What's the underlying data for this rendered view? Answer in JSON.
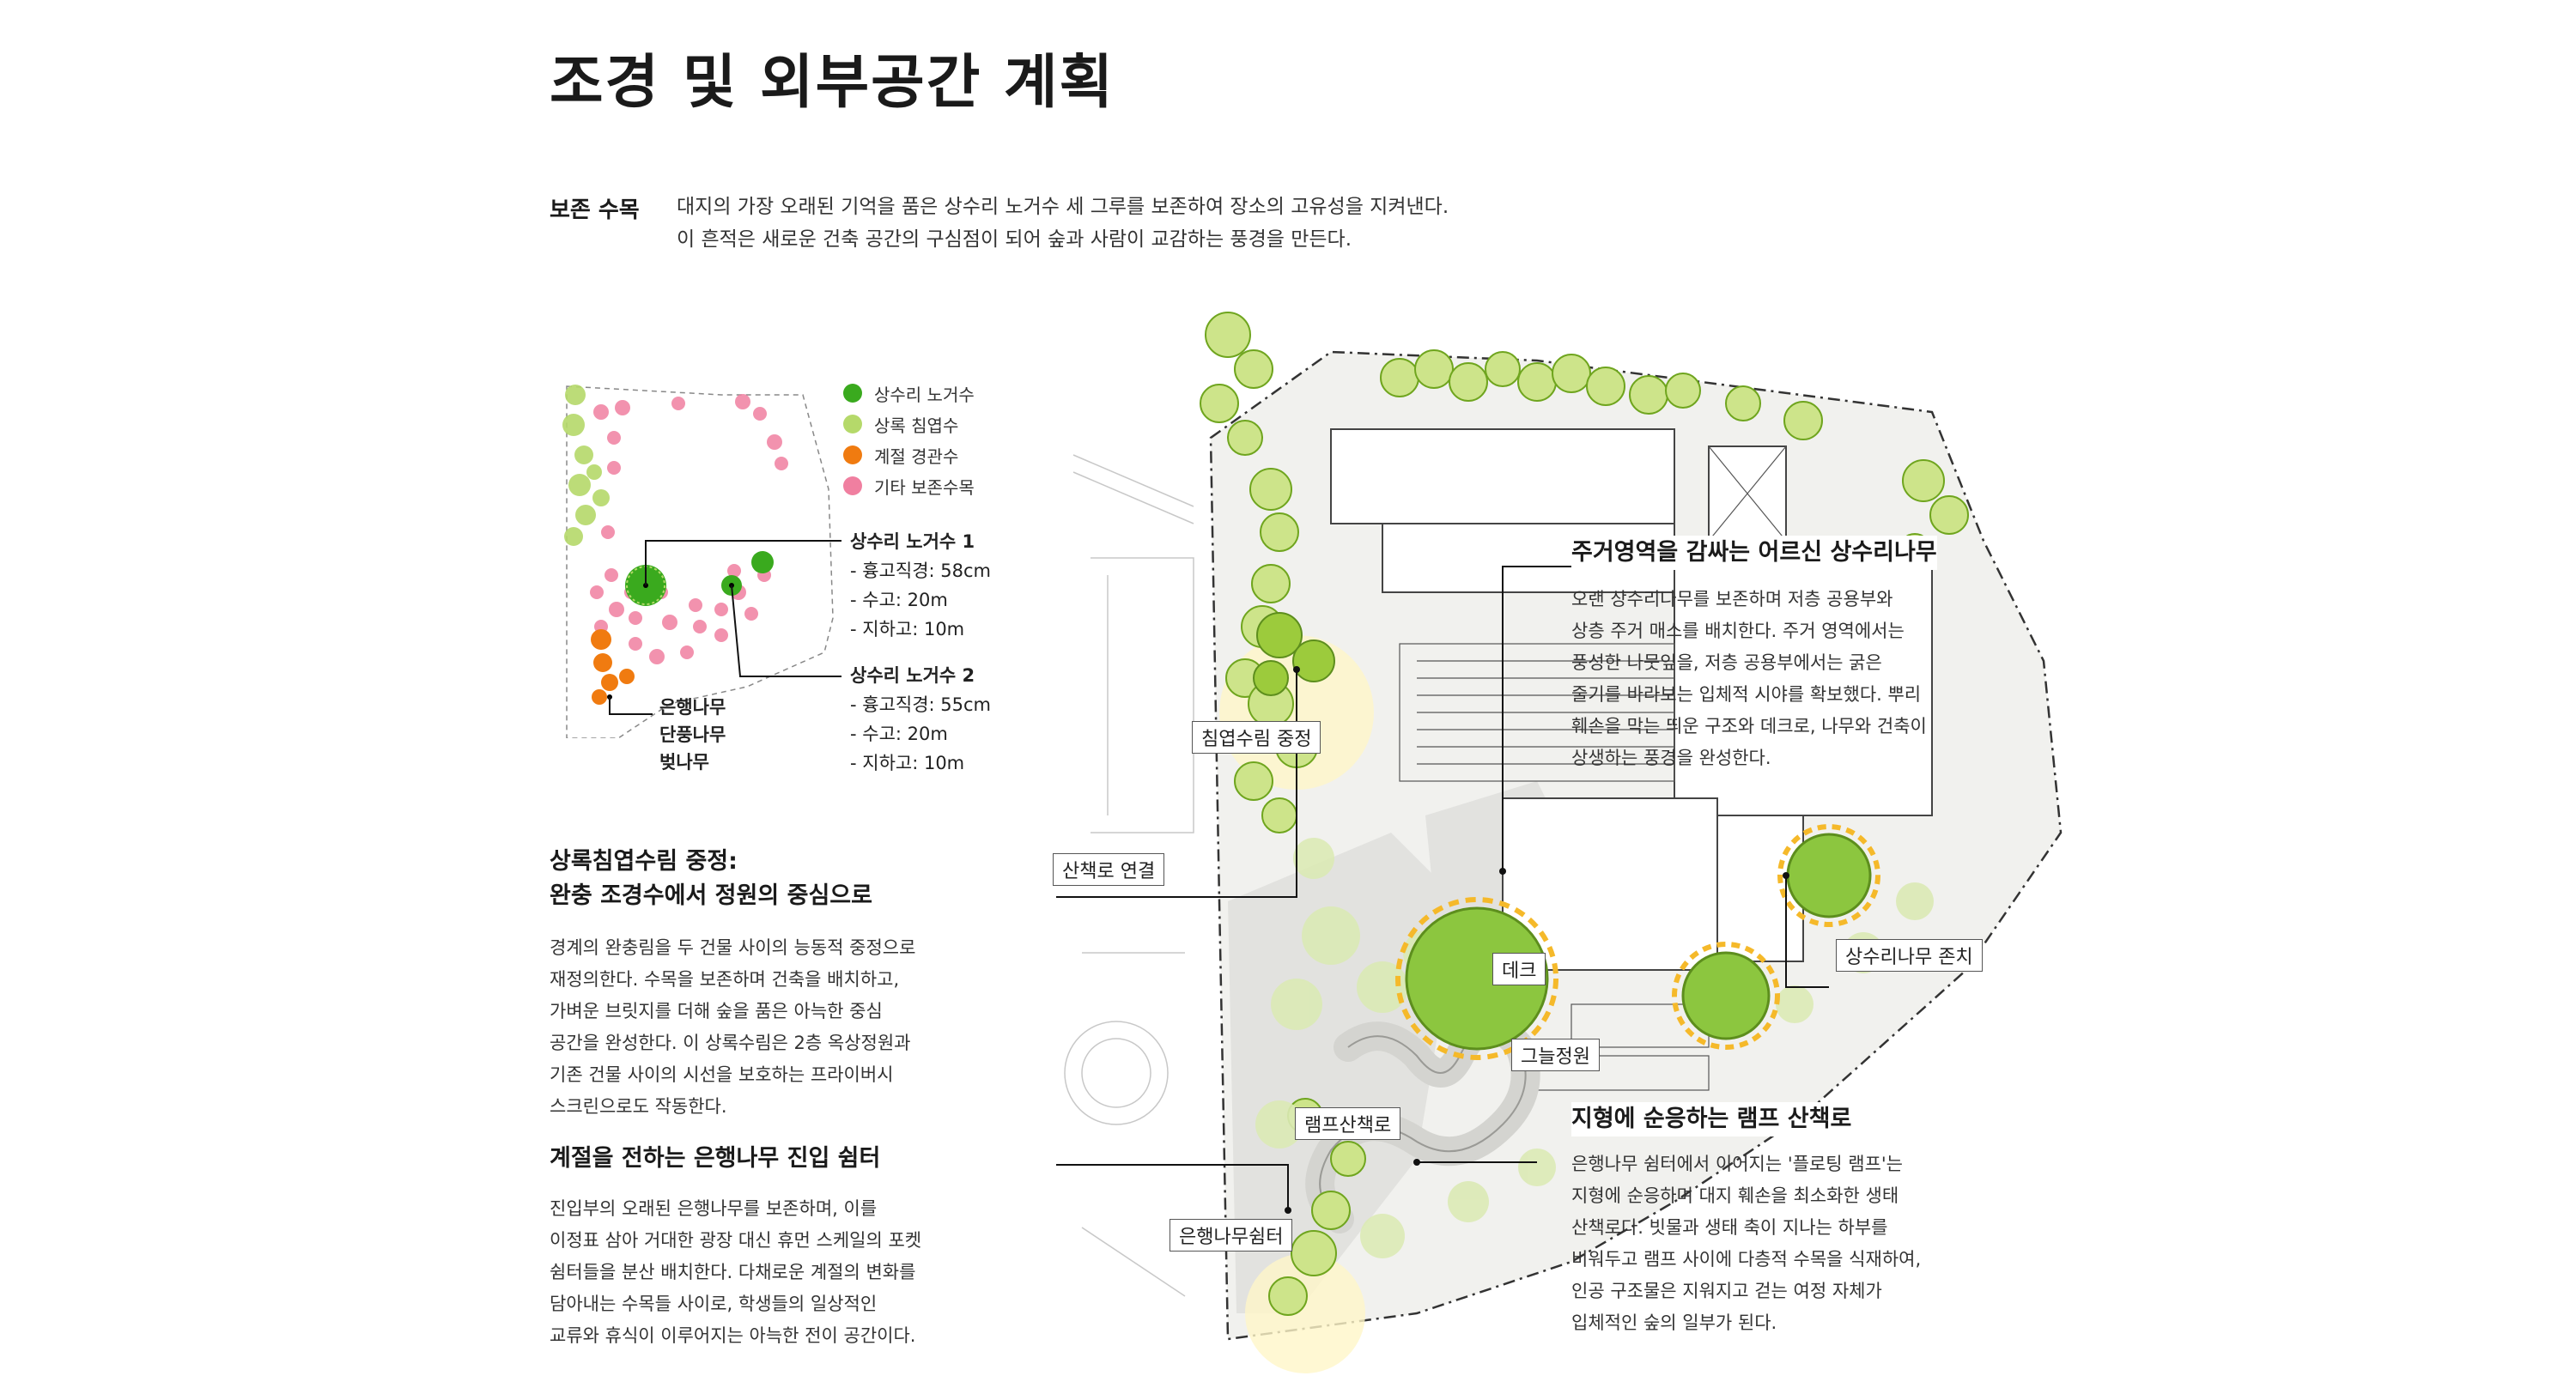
{
  "title": "조경 및 외부공간 계획",
  "intro": {
    "label": "보존 수목",
    "lines": [
      "대지의 가장 오래된 기억을 품은 상수리 노거수 세 그루를 보존하여 장소의 고유성을 지켜낸다.",
      "이 흔적은 새로운 건축 공간의 구심점이 되어 숲과 사람이 교감하는 풍경을 만든다."
    ]
  },
  "legend": [
    {
      "label": "상수리 노거수",
      "color": "#3aaa1e"
    },
    {
      "label": "상록 침엽수",
      "color": "#b5d96a"
    },
    {
      "label": "계절 경관수",
      "color": "#f07b10"
    },
    {
      "label": "기타 보존수목",
      "color": "#f07fa0"
    }
  ],
  "trees": [
    {
      "name": "상수리 노거수 1",
      "details": [
        "- 흉고직경: 58cm",
        "- 수고: 20m",
        "- 지하고: 10m"
      ]
    },
    {
      "name": "상수리 노거수 2",
      "details": [
        "- 흉고직경: 55cm",
        "- 수고: 20m",
        "- 지하고: 10m"
      ]
    }
  ],
  "species": [
    "은행나무",
    "단풍나무",
    "벚나무"
  ],
  "sections": {
    "courtyard": {
      "heading": [
        "상록침엽수림 중정:",
        "완충 조경수에서 정원의 중심으로"
      ],
      "lines": [
        "경계의 완충림을 두 건물 사이의 능동적 중정으로",
        "재정의한다. 수목을 보존하며 건축을 배치하고,",
        "가벼운 브릿지를 더해 숲을 품은 아늑한 중심",
        "공간을 완성한다. 이 상록수림은 2층 옥상정원과",
        "기존 건물 사이의 시선을 보호하는 프라이버시",
        "스크린으로도 작동한다."
      ]
    },
    "ginkgo": {
      "heading": [
        "계절을 전하는 은행나무 진입 쉼터"
      ],
      "lines": [
        "진입부의 오래된 은행나무를 보존하며, 이를",
        "이정표 삼아 거대한 광장 대신 휴먼 스케일의 포켓",
        "쉼터들을 분산 배치한다. 다채로운 계절의 변화를",
        "담아내는 수목들 사이로, 학생들의 일상적인",
        "교류와 휴식이 이루어지는 아늑한 전이 공간이다."
      ]
    },
    "oak": {
      "heading": [
        "주거영역을 감싸는 어르신 상수리나무"
      ],
      "lines": [
        "오랜 상수리나무를 보존하며 저층 공용부와",
        "상층 주거 매스를 배치한다. 주거 영역에서는",
        "풍성한 나뭇잎을, 저층 공용부에서는 굵은",
        "줄기를 바라보는 입체적 시야를 확보했다. 뿌리",
        "훼손을 막는 띄운 구조와 데크로, 나무와 건축이",
        "상생하는 풍경을 완성한다."
      ]
    },
    "ramp": {
      "heading": [
        "지형에 순응하는 램프 산책로"
      ],
      "lines": [
        "은행나무 쉼터에서 이어지는 '플로팅 램프'는",
        "지형에 순응하며 대지 훼손을 최소화한 생태",
        "산책로다. 빗물과 생태 축이 지나는 하부를",
        "비워두고 램프 사이에 다층적 수목을 식재하여,",
        "인공 구조물은 지워지고 걷는 여정 자체가",
        "입체적인 숲의 일부가 된다."
      ]
    }
  },
  "plan_labels": {
    "conifer_court": "침엽수림 중정",
    "walk_link": "산책로 연결",
    "deck": "데크",
    "shade_garden": "그늘정원",
    "ramp_walk": "램프산책로",
    "ginkgo_shelter": "은행나무쉼터",
    "oak_placement": "상수리나무 존치"
  }
}
